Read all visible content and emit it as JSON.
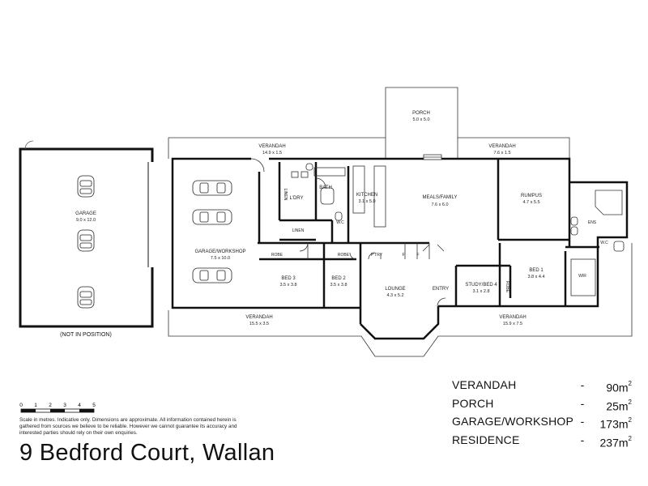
{
  "rooms": {
    "garage_detached": {
      "name": "GARAGE",
      "dim": "9.0 x 12.0"
    },
    "not_in_position": "(NOT IN POSITION)",
    "porch": {
      "name": "PORCH",
      "dim": "5.0 x 5.0"
    },
    "verandah_top_left": {
      "name": "VERANDAH",
      "dim": "14.9 x 1.5"
    },
    "verandah_top_right": {
      "name": "VERANDAH",
      "dim": "7.6 x 1.5"
    },
    "laundry": "L'DRY",
    "linen_vertical": "LINEN",
    "bath": "BATH",
    "kitchen": {
      "name": "KITCHEN",
      "dim": "3.1 x 5.0"
    },
    "meals_family": {
      "name": "MEALS/FAMILY",
      "dim": "7.6 x 6.0"
    },
    "rumpus": {
      "name": "RUMPUS",
      "dim": "4.7 x 5.5"
    },
    "ens": "ENS",
    "wc_ens": "W.C",
    "wc_main": "W.C",
    "linen": "LINEN",
    "garage_workshop": {
      "name": "GARAGE/WORKSHOP",
      "dim": "7.5 x 10.0"
    },
    "robe_bed3": "ROBE",
    "robe_bed2": "ROBE",
    "pantry": "P'TRY",
    "fridge1": "F",
    "fridge2": "F",
    "bed3": {
      "name": "BED 3",
      "dim": "3.5 x 3.8"
    },
    "bed2": {
      "name": "BED 2",
      "dim": "3.5 x 3.8"
    },
    "lounge": {
      "name": "LOUNGE",
      "dim": "4.3 x 5.2"
    },
    "entry": "ENTRY",
    "study": {
      "name": "STUDY/BED 4",
      "dim": "3.1 x 2.8"
    },
    "robe_study": "ROBE",
    "bed1": {
      "name": "BED 1",
      "dim": "3.8 x 4.4"
    },
    "wir": "WIR",
    "verandah_bottom_left": {
      "name": "VERANDAH",
      "dim": "15.5 x 3.5"
    },
    "verandah_bottom_right": {
      "name": "VERANDAH",
      "dim": "15.9 x 7.5"
    }
  },
  "areas": [
    {
      "name": "VERANDAH",
      "dash": "-",
      "value": "90m",
      "sup": "2"
    },
    {
      "name": "PORCH",
      "dash": "-",
      "value": "25m",
      "sup": "2"
    },
    {
      "name": "GARAGE/WORKSHOP",
      "dash": "-",
      "value": "173m",
      "sup": "2"
    },
    {
      "name": "RESIDENCE",
      "dash": "-",
      "value": "237m",
      "sup": "2"
    }
  ],
  "scale": {
    "ticks": [
      "0",
      "1",
      "2",
      "3",
      "4",
      "5"
    ]
  },
  "disclaimer": "Scale in metres. Indicative only. Dimensions are approximate. All information contained herein is gathered from sources we believe to be reliable. However we cannot guarantee its accuracy and interested parties should rely on their own enquiries.",
  "address": "9 Bedford Court, Wallan"
}
